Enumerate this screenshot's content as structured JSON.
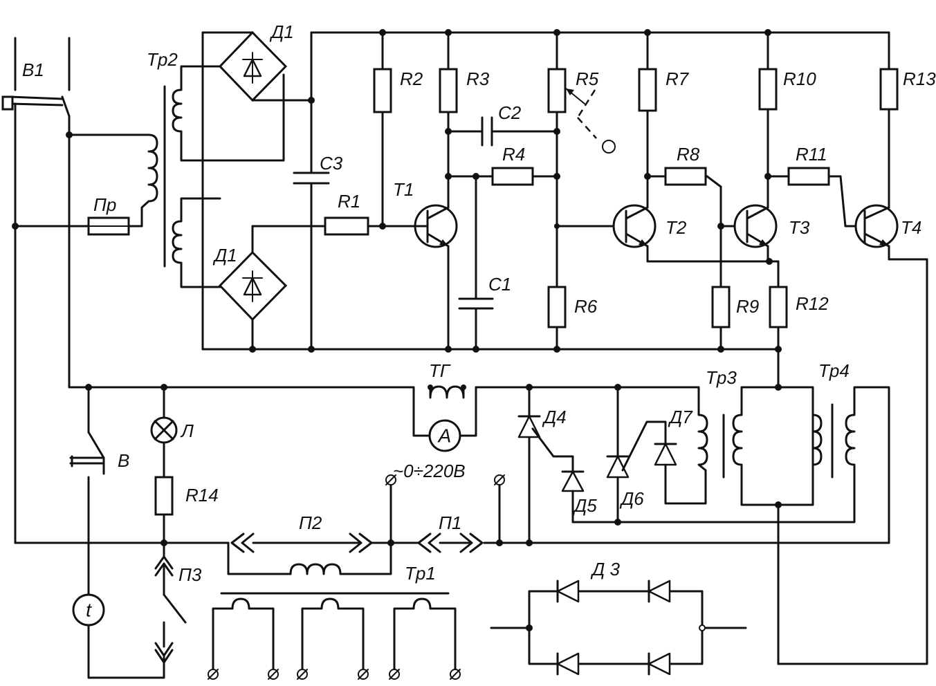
{
  "labels": {
    "B1": "B1",
    "Tp2": "Tp2",
    "D1_top": "Д1",
    "D1_bot": "Д1",
    "Pr": "Пр",
    "C3": "C3",
    "R1": "R1",
    "R2": "R2",
    "R3": "R3",
    "C2": "C2",
    "R4": "R4",
    "R5": "R5",
    "T1": "T1",
    "C1": "C1",
    "R6": "R6",
    "R7": "R7",
    "R8": "R8",
    "T2": "T2",
    "R9": "R9",
    "R10": "R10",
    "R11": "R11",
    "T3": "T3",
    "R12": "R12",
    "R13": "R13",
    "T4": "T4",
    "TG": "TГ",
    "A": "A",
    "D4": "Д4",
    "D5": "Д5",
    "D6": "Д6",
    "D7": "Д7",
    "Tp3": "Tp3",
    "Tp4": "Tp4",
    "L": "Л",
    "V": "B",
    "R14": "R14",
    "voltage": "~0÷220B",
    "P2": "П2",
    "P1": "П1",
    "P3": "П3",
    "Tp1": "Tp1",
    "D3": "Д 3",
    "t": "t"
  },
  "colors": {
    "ink": "#111111",
    "paper": "#ffffff"
  }
}
